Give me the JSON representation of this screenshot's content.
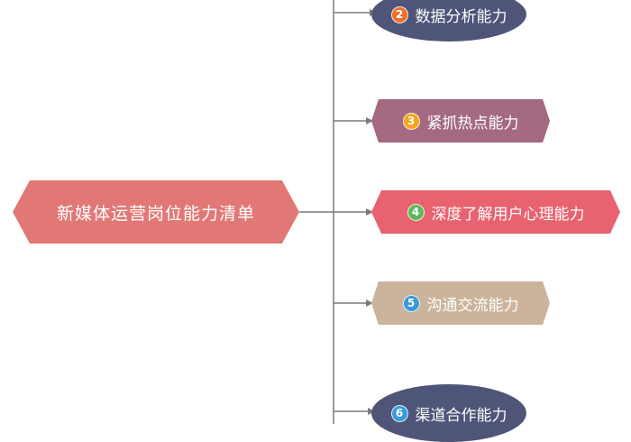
{
  "root": {
    "label": "新媒体运营岗位能力清单",
    "color": "#e17876"
  },
  "connector_color": "#7a7a7a",
  "branches": [
    {
      "number": "2",
      "label": "数据分析能力",
      "shape": "ellipse",
      "color": "#4f5578",
      "badge_color": "#e8722c"
    },
    {
      "number": "3",
      "label": "紧抓热点能力",
      "shape": "hex",
      "color": "#a36a81",
      "badge_color": "#f2a71c"
    },
    {
      "number": "4",
      "label": "深度了解用户心理能力",
      "shape": "hex",
      "color": "#e8636f",
      "badge_color": "#5db85b"
    },
    {
      "number": "5",
      "label": "沟通交流能力",
      "shape": "hex",
      "color": "#cbb49b",
      "badge_color": "#3a9ad9"
    },
    {
      "number": "6",
      "label": "渠道合作能力",
      "shape": "ellipse",
      "color": "#4f5578",
      "badge_color": "#3a9ad9"
    }
  ]
}
